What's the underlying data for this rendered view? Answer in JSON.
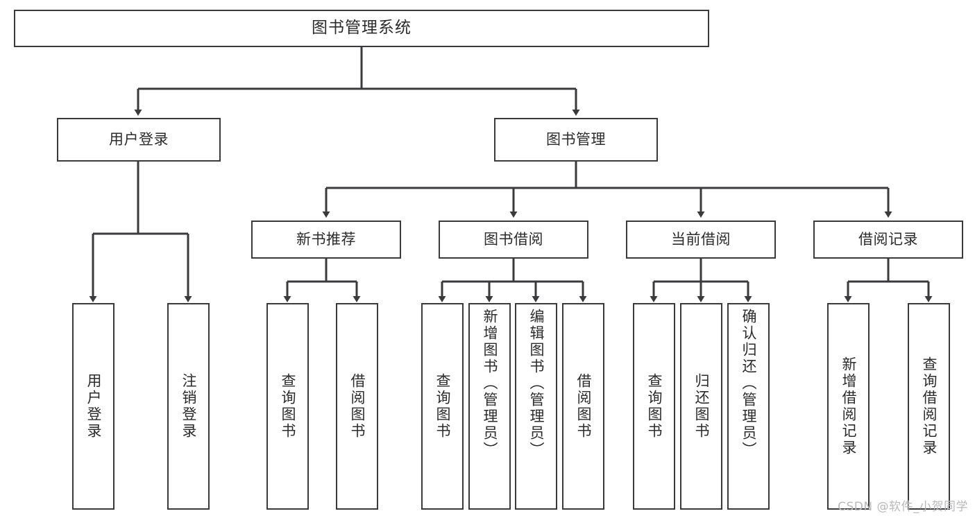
{
  "diagram": {
    "type": "tree",
    "title": "图书管理系统",
    "orientation": "top-down",
    "colors": {
      "background": "#ffffff",
      "node_border": "#3a3a3c",
      "node_fill": "#ffffff",
      "edge": "#3a3a3c",
      "text": "#2b2b2b",
      "watermark": "#b9b9bb"
    },
    "nodes": {
      "root": {
        "label": "图书管理系统",
        "level": 0
      },
      "l2": [
        {
          "id": "user_login",
          "label": "用户登录",
          "level": 1
        },
        {
          "id": "book_manage",
          "label": "图书管理",
          "level": 1
        }
      ],
      "l3": [
        {
          "id": "new_book_rec",
          "label": "新书推荐",
          "level": 2,
          "parent": "book_manage"
        },
        {
          "id": "book_borrow",
          "label": "图书借阅",
          "level": 2,
          "parent": "book_manage"
        },
        {
          "id": "current_borrow",
          "label": "当前借阅",
          "level": 2,
          "parent": "book_manage"
        },
        {
          "id": "borrow_record",
          "label": "借阅记录",
          "level": 2,
          "parent": "book_manage"
        }
      ],
      "leaves": [
        {
          "id": "leaf_user_login",
          "label": "用户登录",
          "parent": "user_login"
        },
        {
          "id": "leaf_user_logout",
          "label": "注销登录",
          "parent": "user_login"
        },
        {
          "id": "leaf_rec_query",
          "label": "查询图书",
          "parent": "new_book_rec"
        },
        {
          "id": "leaf_rec_borrow",
          "label": "借阅图书",
          "parent": "new_book_rec"
        },
        {
          "id": "leaf_borrow_query",
          "label": "查询图书",
          "parent": "book_borrow"
        },
        {
          "id": "leaf_borrow_add",
          "label": "新增图书（管理员）",
          "parent": "book_borrow"
        },
        {
          "id": "leaf_borrow_edit",
          "label": "编辑图书（管理员）",
          "parent": "book_borrow"
        },
        {
          "id": "leaf_borrow_lend",
          "label": "借阅图书",
          "parent": "book_borrow"
        },
        {
          "id": "leaf_cur_query",
          "label": "查询图书",
          "parent": "current_borrow"
        },
        {
          "id": "leaf_cur_return",
          "label": "归还图书",
          "parent": "current_borrow"
        },
        {
          "id": "leaf_cur_confirm",
          "label": "确认归还（管理员）",
          "parent": "current_borrow"
        },
        {
          "id": "leaf_rec_add",
          "label": "新增借阅记录",
          "parent": "borrow_record"
        },
        {
          "id": "leaf_rec_query2",
          "label": "查询借阅记录",
          "parent": "borrow_record"
        }
      ]
    }
  },
  "watermark": {
    "text": "CSDN @软件_小贺同学"
  }
}
